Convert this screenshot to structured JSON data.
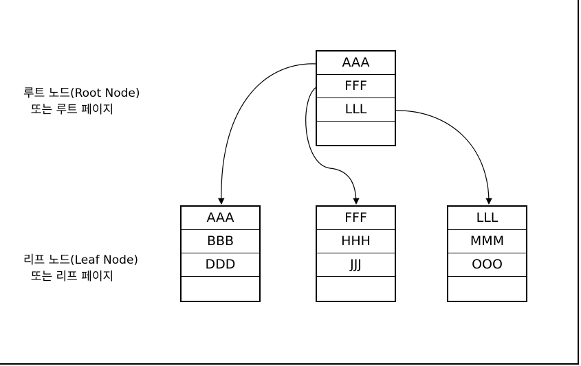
{
  "captions": {
    "root_line1": "루트 노드(Root Node)",
    "root_line2": "  또는 루트 페이지",
    "leaf_line1": "리프 노드(Leaf Node)",
    "leaf_line2": "  또는 리프 페이지"
  },
  "root": {
    "keys": [
      "AAA",
      "FFF",
      "LLL",
      ""
    ]
  },
  "leaves": [
    {
      "keys": [
        "AAA",
        "BBB",
        "DDD",
        ""
      ]
    },
    {
      "keys": [
        "FFF",
        "HHH",
        "JJJ",
        ""
      ]
    },
    {
      "keys": [
        "LLL",
        "MMM",
        "OOO",
        ""
      ]
    }
  ]
}
